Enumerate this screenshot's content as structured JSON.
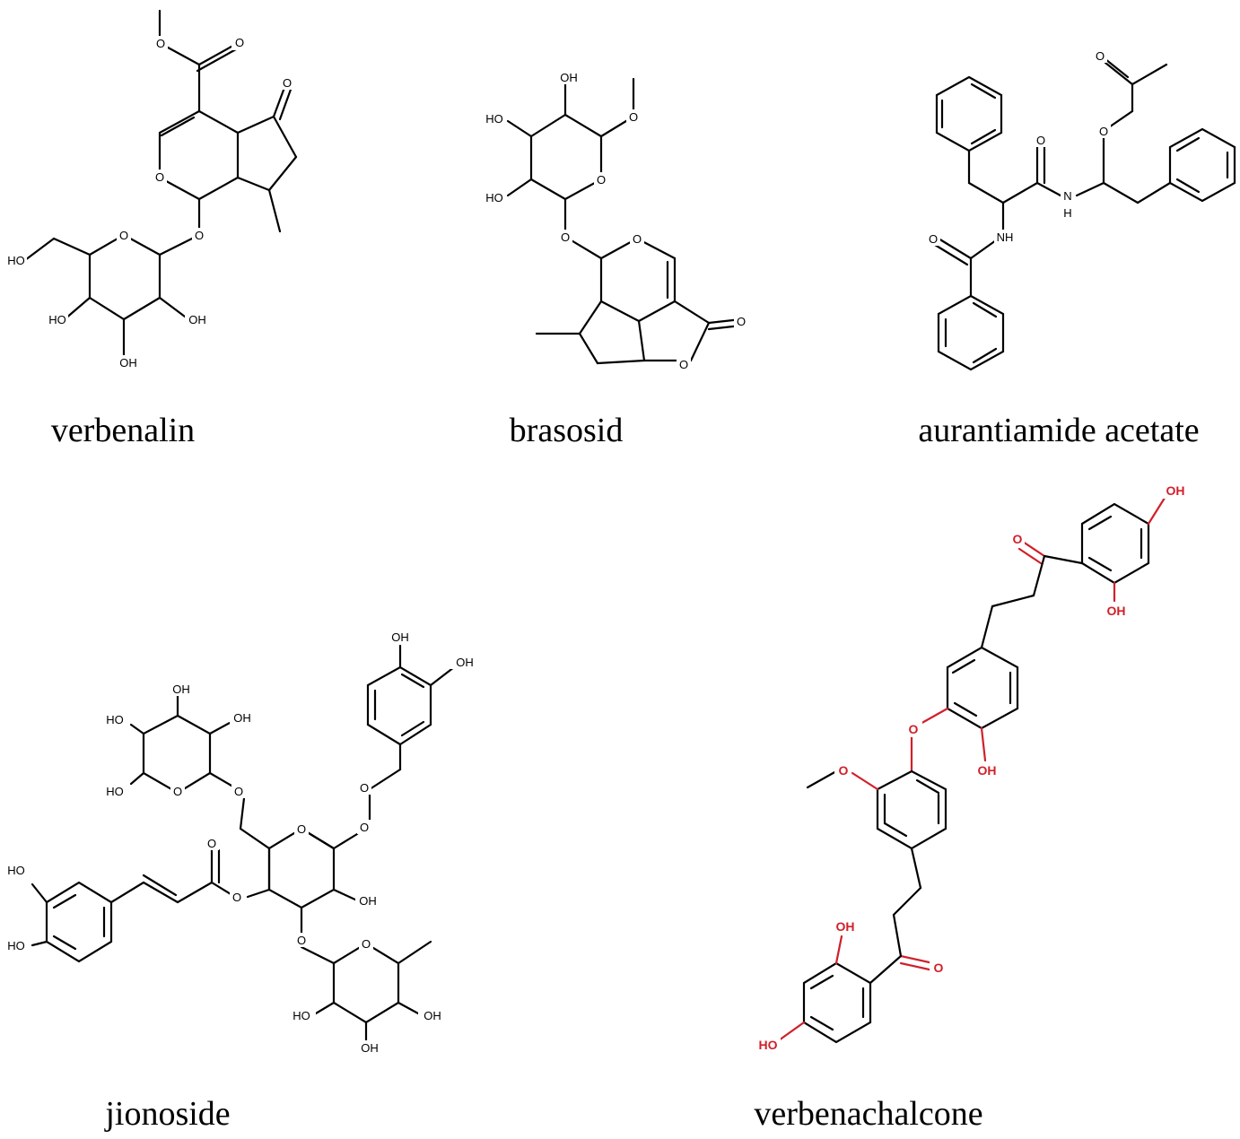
{
  "colors": {
    "bond": "#000000",
    "heteroatom_highlight": "#d0202a",
    "background": "#ffffff"
  },
  "compounds": [
    {
      "name": "verbenalin",
      "atom_labels": [
        "O",
        "O",
        "O",
        "O",
        "O",
        "HO",
        "HO",
        "OH",
        "OH",
        "O"
      ]
    },
    {
      "name": "brasosid",
      "atom_labels": [
        "OH",
        "HO",
        "HO",
        "O",
        "O",
        "O",
        "O",
        "O",
        "O"
      ]
    },
    {
      "name": "aurantiamide acetate",
      "atom_labels": [
        "O",
        "O",
        "O",
        "NH",
        "N",
        "H",
        "O"
      ]
    },
    {
      "name": "jionoside",
      "atom_labels": [
        "OH",
        "OH",
        "OH",
        "HO",
        "OH",
        "HO",
        "O",
        "O",
        "O",
        "O",
        "O",
        "O",
        "O",
        "HO",
        "HO",
        "OH",
        "O",
        "HO",
        "OH",
        "OH",
        "O"
      ]
    },
    {
      "name": "verbenachalcone",
      "atom_labels": [
        "OH",
        "O",
        "OH",
        "O",
        "OH",
        "O",
        "OH",
        "O",
        "HO"
      ]
    }
  ]
}
